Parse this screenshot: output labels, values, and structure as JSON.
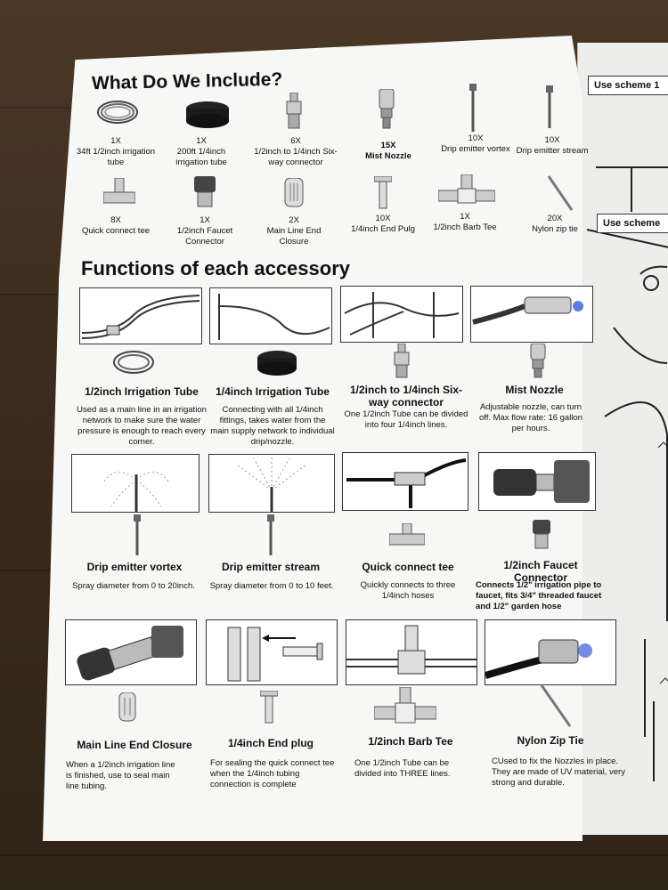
{
  "includes": {
    "title": "What Do We Include?",
    "items": [
      {
        "qty": "1X",
        "label": "34ft 1/2inch irrigation tube",
        "icon": "coiled-tube-icon"
      },
      {
        "qty": "1X",
        "label": "200ft 1/4inch irrigation tube",
        "icon": "black-coil-icon"
      },
      {
        "qty": "6X",
        "label": "1/2inch to 1/4inch Six-way connector",
        "icon": "six-way-connector-icon"
      },
      {
        "qty": "15X",
        "label": "Mist Nozzle",
        "icon": "mist-nozzle-icon"
      },
      {
        "qty": "10X",
        "label": "Drip emitter vortex",
        "icon": "drip-stake-icon"
      },
      {
        "qty": "10X",
        "label": "Drip emitter stream",
        "icon": "drip-stake-icon"
      },
      {
        "qty": "8X",
        "label": "Quick connect tee",
        "icon": "tee-connector-icon"
      },
      {
        "qty": "1X",
        "label": "1/2inch Faucet Connector",
        "icon": "faucet-connector-icon"
      },
      {
        "qty": "2X",
        "label": "Main Line End Closure",
        "icon": "end-closure-icon"
      },
      {
        "qty": "10X",
        "label": "1/4inch End Pulg",
        "icon": "end-plug-icon"
      },
      {
        "qty": "1X",
        "label": "1/2inch Barb Tee",
        "icon": "barb-tee-icon"
      },
      {
        "qty": "20X",
        "label": "Nylon zip tie",
        "icon": "zip-tie-icon"
      }
    ]
  },
  "functions": {
    "title": "Functions of each accessory",
    "items": [
      {
        "title": "1/2inch Irrigation Tube",
        "desc": "Used as a main line in an irrigation network to make sure the water pressure is enough to reach every corner."
      },
      {
        "title": "1/4inch Irrigation Tube",
        "desc": "Connecting with all 1/4inch fittings, takes water from the main supply network to individual drip/nozzle."
      },
      {
        "title": "1/2inch to 1/4inch Six-way connector",
        "desc": "One 1/2inch Tube can be divided into four 1/4inch lines."
      },
      {
        "title": "Mist Nozzle",
        "desc": "Adjustable nozzle, can turn off. Max flow rate: 16 gallon per hours."
      },
      {
        "title": "Drip emitter vortex",
        "desc": "Spray diameter from 0 to 20inch."
      },
      {
        "title": "Drip emitter stream",
        "desc": "Spray diameter from 0 to 10 feet."
      },
      {
        "title": "Quick connect tee",
        "desc": "Quickly connects to three 1/4inch hoses"
      },
      {
        "title": "1/2inch Faucet Connector",
        "desc": "Connects 1/2\" irrigation pipe to faucet, fits 3/4\" threaded faucet and 1/2\" garden hose"
      },
      {
        "title": "Main Line End Closure",
        "desc": "When a 1/2inch irrigation line is finished, use to seal main line tubing."
      },
      {
        "title": "1/4inch End plug",
        "desc": "For sealing the quick connect tee when the 1/4inch tubing connection is complete"
      },
      {
        "title": "1/2inch Barb Tee",
        "desc": "One 1/2inch Tube can be divided into THREE lines."
      },
      {
        "title": "Nylon Zip Tie",
        "desc": "CUsed to fix the Nozzles in place. They are made of UV material, very strong and durable."
      }
    ]
  },
  "schemes": {
    "scheme1": "Use scheme 1",
    "scheme2": "Use scheme"
  },
  "colors": {
    "ink": "#111111",
    "paper": "#f4f4f2",
    "wood": "#3a2b1c",
    "spray": "#3a5bd8"
  }
}
